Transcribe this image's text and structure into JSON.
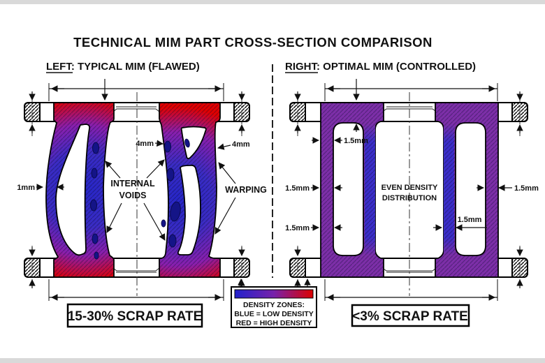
{
  "title": "TECHNICAL MIM PART CROSS-SECTION COMPARISON",
  "left_panel": {
    "heading_word": "LEFT",
    "heading_rest": ": TYPICAL MIM (FLAWED)",
    "labels": {
      "wall_thickness": "1mm",
      "web_left": "4mm",
      "web_right": "4mm",
      "voids_line1": "INTERNAL",
      "voids_line2": "VOIDS",
      "warping": "WARPING"
    },
    "scrap_rate": "15-30% SCRAP RATE"
  },
  "right_panel": {
    "heading_word": "RIGHT",
    "heading_rest": ": OPTIMAL MIM (CONTROLLED)",
    "labels": {
      "dim_top": "1.5mm",
      "dim_left_mid": "1.5mm",
      "dim_left_lower": "1.5mm",
      "dim_right_mid": "1.5mm",
      "dim_inner_lower": "1.5mm",
      "even_line1": "EVEN DENSITY",
      "even_line2": "DISTRIBUTION"
    },
    "scrap_rate": "<3% SCRAP RATE"
  },
  "legend": {
    "title": "DENSITY ZONES:",
    "blue_line": "BLUE = LOW DENSITY",
    "red_line": "RED = HIGH DENSITY",
    "low_density_color": "#2222CC",
    "high_density_color": "#DD0000",
    "text_color": "#CC1111"
  },
  "colors": {
    "low_density": "#2B2BC8",
    "high_density": "#E00000",
    "optimal_purple": "#7D2FA8",
    "void": "#141487"
  }
}
